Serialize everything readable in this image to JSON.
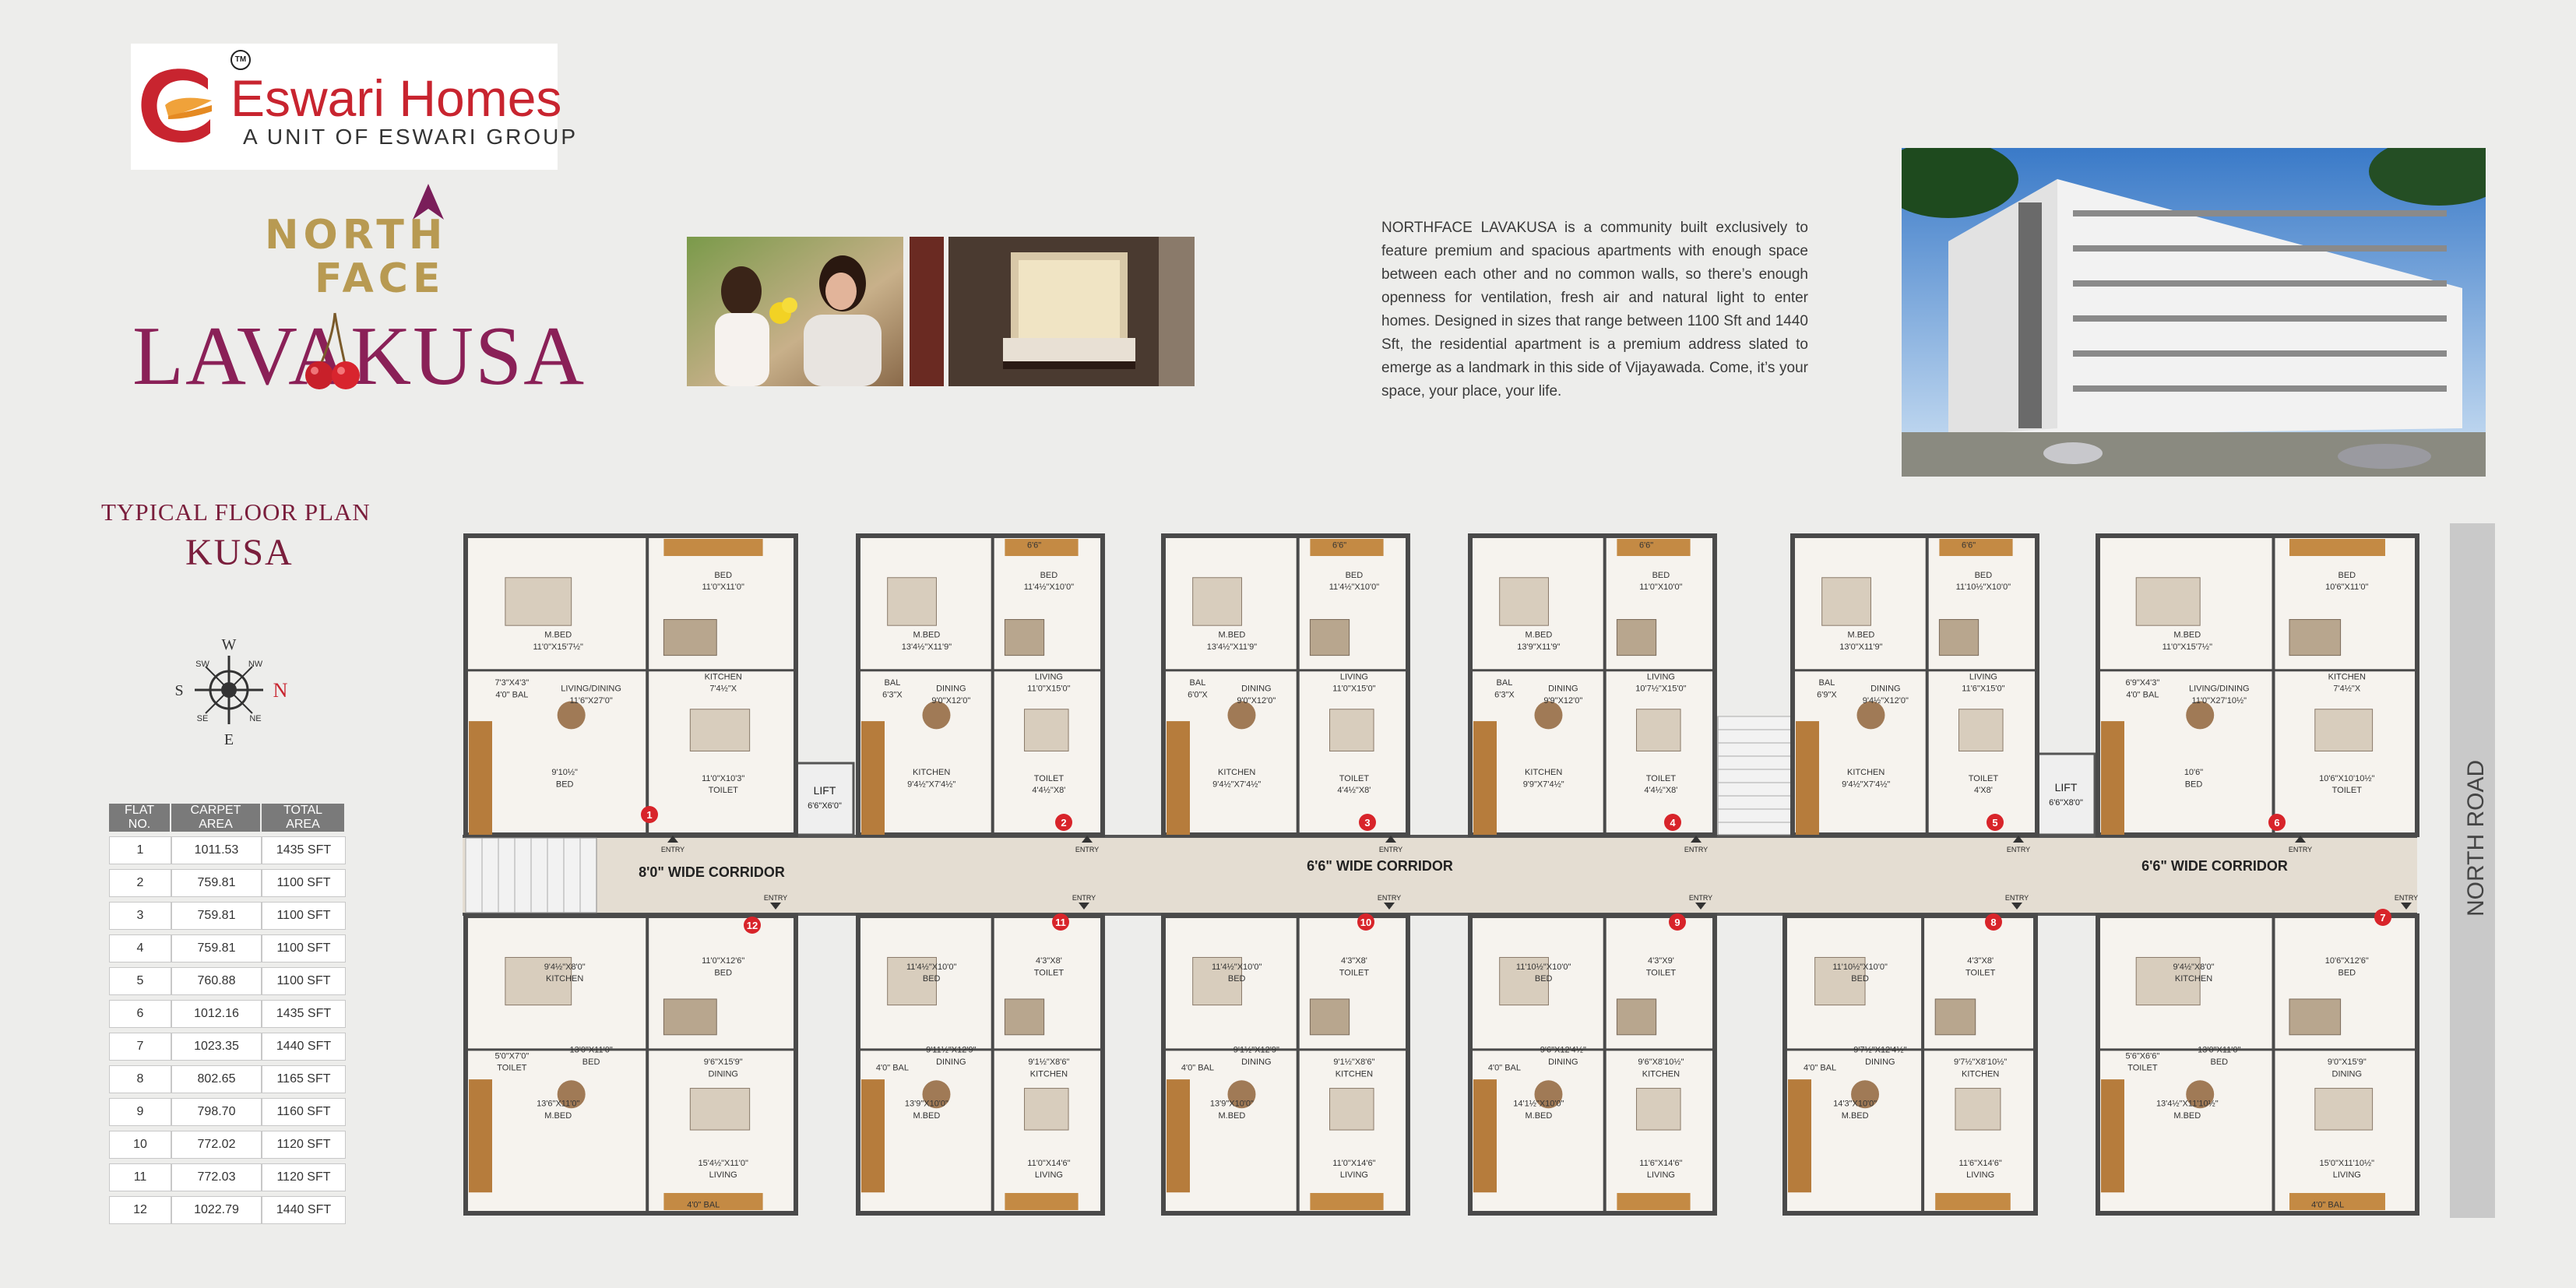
{
  "brand": {
    "name": "Eswari Homes",
    "subtitle": "A UNIT OF ESWARI GROUP",
    "tm": "TM",
    "colors": {
      "red": "#c8242f",
      "gold": "#b89a52",
      "maroon": "#8a2057"
    }
  },
  "project": {
    "line1": "NORTH",
    "line2": "FACE",
    "name": "LAVAKUSA"
  },
  "description": "NORTHFACE LAVAKUSA is a community built exclusively to feature premium and spacious apartments with enough space between each other and no common walls, so there’s enough openness for ventilation, fresh air and natural light to enter homes. Designed in sizes that range between 1100 Sft and 1440 Sft, the residential apartment is a premium address slated to emerge as a landmark in this side of Vijayawada. Come, it’s your space, your place, your life.",
  "plan": {
    "title": "TYPICAL FLOOR PLAN",
    "block": "KUSA"
  },
  "compass": {
    "w": "W",
    "e": "E",
    "s": "S",
    "n": "N",
    "sw": "SW",
    "nw": "NW",
    "se": "SE",
    "ne": "NE"
  },
  "table": {
    "headers": [
      "FLAT NO.",
      "CARPET AREA",
      "TOTAL AREA"
    ],
    "rows": [
      [
        "1",
        "1011.53",
        "1435 SFT"
      ],
      [
        "2",
        "759.81",
        "1100 SFT"
      ],
      [
        "3",
        "759.81",
        "1100 SFT"
      ],
      [
        "4",
        "759.81",
        "1100 SFT"
      ],
      [
        "5",
        "760.88",
        "1100 SFT"
      ],
      [
        "6",
        "1012.16",
        "1435 SFT"
      ],
      [
        "7",
        "1023.35",
        "1440 SFT"
      ],
      [
        "8",
        "802.65",
        "1165 SFT"
      ],
      [
        "9",
        "798.70",
        "1160 SFT"
      ],
      [
        "10",
        "772.02",
        "1120 SFT"
      ],
      [
        "11",
        "772.03",
        "1120 SFT"
      ],
      [
        "12",
        "1022.79",
        "1440 SFT"
      ]
    ]
  },
  "corridors": [
    "8'0\" WIDE CORRIDOR",
    "6'6\" WIDE CORRIDOR",
    "6'6\" WIDE CORRIDOR"
  ],
  "road": "NORTH ROAD",
  "entry": "ENTRY",
  "lifts": [
    "LIFT",
    "6'6\"X6'0\"",
    "LIFT",
    "6'6\"X8'0\""
  ],
  "flats_top": [
    {
      "no": "1",
      "rooms": [
        "M.BED",
        "11'0\"X15'7½\"",
        "BED",
        "11'0\"X11'0\"",
        "LIVING/DINING",
        "11'6\"X27'0\"",
        "KITCHEN",
        "7'4½\"X",
        "9'10½\"",
        "BED",
        "11'0\"X10'3\"",
        "TOILET",
        "7'3\"X4'3\"",
        "4'0\" BAL"
      ]
    },
    {
      "no": "2",
      "rooms": [
        "M.BED",
        "13'4½\"X11'9\"",
        "BED",
        "11'4½\"X10'0\"",
        "DINING",
        "9'0\"X12'0\"",
        "LIVING",
        "11'0\"X15'0\"",
        "KITCHEN",
        "9'4½\"X7'4½\"",
        "TOILET",
        "4'4½\"X8'",
        "BAL",
        "6'3\"X",
        "6'6\""
      ]
    },
    {
      "no": "3",
      "rooms": [
        "M.BED",
        "13'4½\"X11'9\"",
        "BED",
        "11'4½\"X10'0\"",
        "DINING",
        "9'0\"X12'0\"",
        "LIVING",
        "11'0\"X15'0\"",
        "KITCHEN",
        "9'4½\"X7'4½\"",
        "TOILET",
        "4'4½\"X8'",
        "BAL",
        "6'0\"X",
        "6'6\""
      ]
    },
    {
      "no": "4",
      "rooms": [
        "M.BED",
        "13'9\"X11'9\"",
        "BED",
        "11'0\"X10'0\"",
        "DINING",
        "9'9\"X12'0\"",
        "LIVING",
        "10'7½\"X15'0\"",
        "KITCHEN",
        "9'9\"X7'4½\"",
        "TOILET",
        "4'4½\"X8'",
        "BAL",
        "6'3\"X",
        "6'6\""
      ]
    },
    {
      "no": "5",
      "rooms": [
        "M.BED",
        "13'0\"X11'9\"",
        "BED",
        "11'10½\"X10'0\"",
        "DINING",
        "9'4½\"X12'0\"",
        "LIVING",
        "11'6\"X15'0\"",
        "KITCHEN",
        "9'4½\"X7'4½\"",
        "TOILET",
        "4'X8'",
        "BAL",
        "6'9\"X",
        "6'6\""
      ]
    },
    {
      "no": "6",
      "rooms": [
        "M.BED",
        "11'0\"X15'7½\"",
        "BED",
        "10'6\"X11'0\"",
        "LIVING/DINING",
        "11'0\"X27'10½\"",
        "KITCHEN",
        "7'4½\"X",
        "10'6\"",
        "BED",
        "10'6\"X10'10½\"",
        "TOILET",
        "6'9\"X4'3\"",
        "4'0\" BAL"
      ]
    }
  ],
  "flats_bottom": [
    {
      "no": "12",
      "rooms": [
        "M.BED",
        "13'6\"X11'0\"",
        "LIVING",
        "15'4½\"X11'0\"",
        "BED",
        "13'0\"X11'0\"",
        "DINING",
        "9'6\"X15'9\"",
        "KITCHEN",
        "9'4½\"X8'0\"",
        "BED",
        "11'0\"X12'6\"",
        "TOILET",
        "5'0\"X7'0\"",
        "4'0\" BAL"
      ]
    },
    {
      "no": "11",
      "rooms": [
        "M.BED",
        "13'9\"X10'0\"",
        "LIVING",
        "11'0\"X14'6\"",
        "DINING",
        "9'11½\"X12'9\"",
        "KITCHEN",
        "9'1½\"X8'6\"",
        "BED",
        "11'4½\"X10'0\"",
        "TOILET",
        "4'3\"X8'",
        "4'0\" BAL"
      ]
    },
    {
      "no": "10",
      "rooms": [
        "M.BED",
        "13'9\"X10'0\"",
        "LIVING",
        "11'0\"X14'6\"",
        "DINING",
        "9'1½\"X12'9\"",
        "KITCHEN",
        "9'1½\"X8'6\"",
        "BED",
        "11'4½\"X10'0\"",
        "TOILET",
        "4'3\"X8'",
        "4'0\" BAL"
      ]
    },
    {
      "no": "9",
      "rooms": [
        "M.BED",
        "14'1½\"X10'0\"",
        "LIVING",
        "11'6\"X14'6\"",
        "DINING",
        "9'6\"X12'4½\"",
        "KITCHEN",
        "9'6\"X8'10½\"",
        "BED",
        "11'10½\"X10'0\"",
        "TOILET",
        "4'3\"X9'",
        "4'0\" BAL"
      ]
    },
    {
      "no": "8",
      "rooms": [
        "M.BED",
        "14'3\"X10'0\"",
        "LIVING",
        "11'6\"X14'6\"",
        "DINING",
        "9'7½\"X12'4½\"",
        "KITCHEN",
        "9'7½\"X8'10½\"",
        "BED",
        "11'10½\"X10'0\"",
        "TOILET",
        "4'3\"X8'",
        "4'0\" BAL"
      ]
    },
    {
      "no": "7",
      "rooms": [
        "M.BED",
        "13'4½\"X11'10½\"",
        "LIVING",
        "15'0\"X11'10½\"",
        "BED",
        "13'0\"X11'0\"",
        "DINING",
        "9'0\"X15'9\"",
        "KITCHEN",
        "9'4½\"X8'0\"",
        "BED",
        "10'6\"X12'6\"",
        "TOILET",
        "5'6\"X6'6\"",
        "4'0\" BAL"
      ]
    }
  ]
}
